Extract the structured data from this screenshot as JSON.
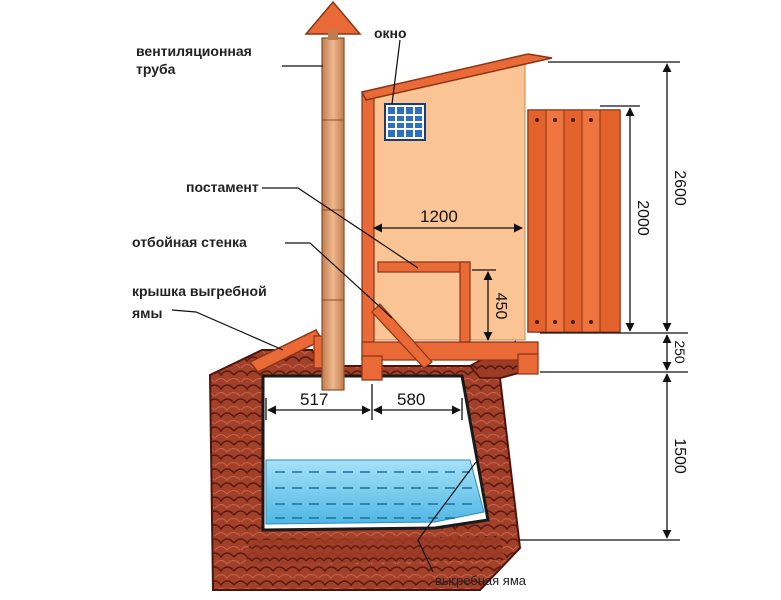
{
  "labels": {
    "vent_pipe_line1": "вентиляционная",
    "vent_pipe_line2": "труба",
    "window": "окно",
    "pedestal": "постамент",
    "deflector_wall": "отбойная стенка",
    "pit_lid_line1": "крышка выгребной",
    "pit_lid_line2": "ямы",
    "cesspit": "выгребная яма"
  },
  "dimensions": {
    "total_height": "2600",
    "door_height": "2000",
    "foundation_height": "250",
    "pit_depth": "1500",
    "cabin_width": "1200",
    "seat_height": "450",
    "pit_left": "517",
    "pit_right": "580"
  },
  "colors": {
    "wood": "#e96a36",
    "wood_dark": "#b5461c",
    "wall": "#fbc494",
    "brick": "#a2402a",
    "brick_dark": "#5a1a10",
    "water": "#7fd2f0",
    "pipe": "#d99a6c",
    "window_fill": "#2f6fc0"
  }
}
